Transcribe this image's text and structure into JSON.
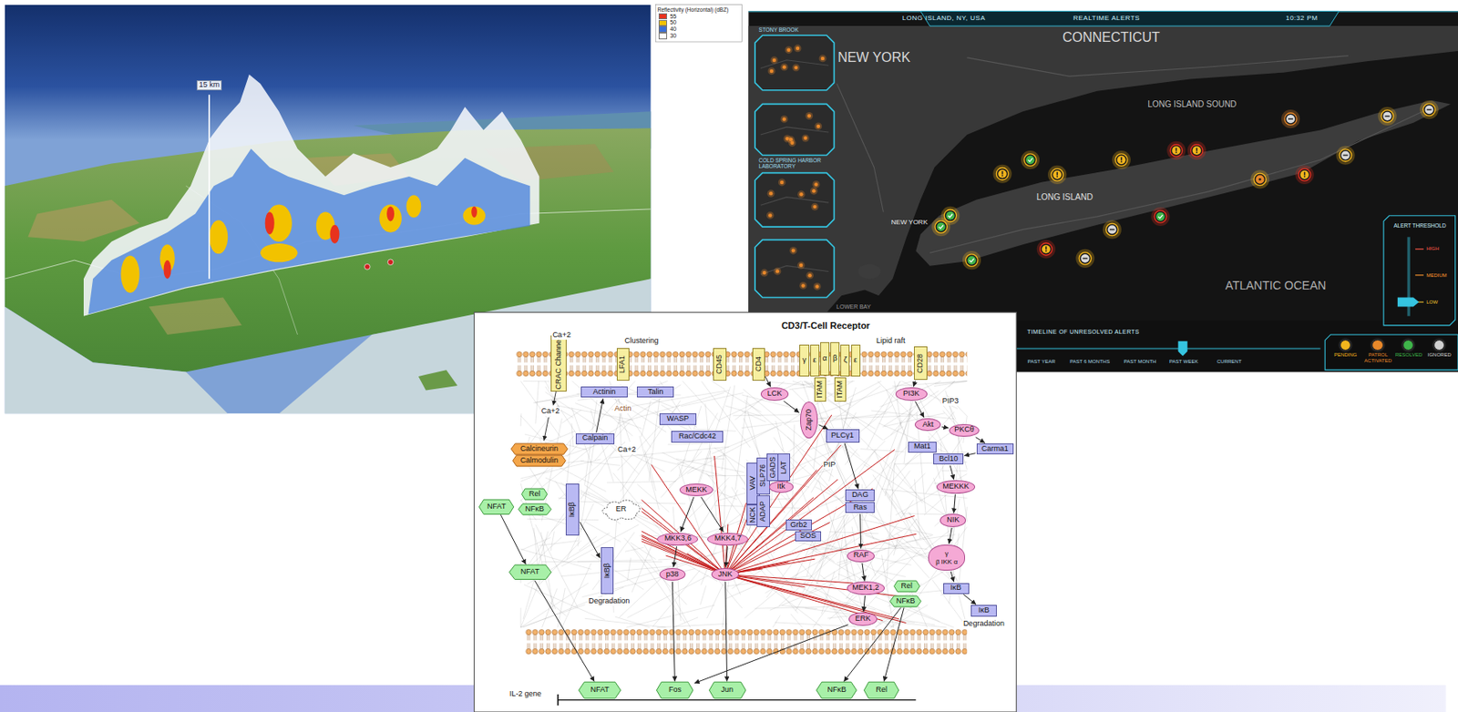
{
  "diagram": {
    "title": "CD3/T-Cell Receptor",
    "nodes": [
      {
        "text": [
          "CRAC Channel"
        ]
      },
      {
        "text": [
          "LFA1"
        ]
      },
      {
        "text": [
          "CD45"
        ]
      },
      {
        "text": [
          "CD4"
        ]
      },
      {
        "text": [
          "γ"
        ]
      },
      {
        "text": [
          "ε"
        ]
      },
      {
        "text": [
          "α"
        ]
      },
      {
        "text": [
          "β"
        ]
      },
      {
        "text": [
          "ζ"
        ]
      },
      {
        "text": [
          "ε"
        ]
      },
      {
        "text": [
          "ITAM"
        ]
      },
      {
        "text": [
          "ITAM"
        ]
      },
      {
        "text": [
          "CD28"
        ]
      },
      {
        "text": [
          "Actinin"
        ]
      },
      {
        "text": [
          "Talin"
        ]
      },
      {
        "text": [
          "WASP"
        ]
      },
      {
        "text": [
          "Rac/Cdc42"
        ]
      },
      {
        "text": [
          "Calpain"
        ]
      },
      {
        "text": [
          "Calcineurin"
        ]
      },
      {
        "text": [
          "Calmodulin"
        ]
      },
      {
        "text": [
          "LCK"
        ]
      },
      {
        "text": [
          "Zap70"
        ]
      },
      {
        "text": [
          "PI3K"
        ]
      },
      {
        "text": [
          "PLCγ1"
        ]
      },
      {
        "text": [
          "Akt"
        ]
      },
      {
        "text": [
          "PKCθ"
        ]
      },
      {
        "text": [
          "Carma1"
        ]
      },
      {
        "text": [
          "Mat1"
        ]
      },
      {
        "text": [
          "Bcl10"
        ]
      },
      {
        "text": [
          "MEKKK"
        ]
      },
      {
        "text": [
          "NIK"
        ]
      },
      {
        "text": [
          "γ",
          "β",
          "IKK",
          "α"
        ]
      },
      {
        "text": [
          "Rel"
        ]
      },
      {
        "text": [
          "NFκB"
        ]
      },
      {
        "text": [
          "IκBβ"
        ]
      },
      {
        "text": [
          "NFAT"
        ]
      },
      {
        "text": [
          "ER"
        ]
      },
      {
        "text": [
          "MEKK"
        ]
      },
      {
        "text": [
          "VAV"
        ]
      },
      {
        "text": [
          "SLP76"
        ]
      },
      {
        "text": [
          "GADS"
        ]
      },
      {
        "text": [
          "LAT"
        ]
      },
      {
        "text": [
          "NCK"
        ]
      },
      {
        "text": [
          "ADAP"
        ]
      },
      {
        "text": [
          "Itk"
        ]
      },
      {
        "text": [
          "DAG"
        ]
      },
      {
        "text": [
          "Ras"
        ]
      },
      {
        "text": [
          "Grb2"
        ]
      },
      {
        "text": [
          "SOS"
        ]
      },
      {
        "text": [
          "MKK3,6"
        ]
      },
      {
        "text": [
          "MKK4,7"
        ]
      },
      {
        "text": [
          "RAF"
        ]
      },
      {
        "text": [
          "NFAT"
        ]
      },
      {
        "text": [
          "IκBβ"
        ]
      },
      {
        "text": [
          "p38"
        ]
      },
      {
        "text": [
          "JNK"
        ]
      },
      {
        "text": [
          "MEK1,2"
        ]
      },
      {
        "text": [
          "Rel"
        ]
      },
      {
        "text": [
          "NFκB"
        ]
      },
      {
        "text": [
          "IκB"
        ]
      },
      {
        "text": [
          "ERK"
        ]
      },
      {
        "text": [
          "IκB"
        ]
      },
      {
        "text": [
          "NFAT"
        ]
      },
      {
        "text": [
          "Fos"
        ]
      },
      {
        "text": [
          "Jun"
        ]
      },
      {
        "text": [
          "NFκB"
        ]
      },
      {
        "text": [
          "Rel"
        ]
      }
    ],
    "edges": [
      {
        "from": 3,
        "to": 20,
        "arrow": "to"
      },
      {
        "from": 12,
        "to": 22,
        "arrow": "to"
      },
      {
        "from": 20,
        "to": 21,
        "arrow": "to"
      },
      {
        "from": 21,
        "to": 23,
        "arrow": "to"
      },
      {
        "from": 22,
        "to": 24,
        "arrow": "to"
      },
      {
        "from": 24,
        "to": 25,
        "arrow": "to"
      },
      {
        "from": 25,
        "to": 26,
        "arrow": "to"
      },
      {
        "from": 26,
        "to": 28,
        "arrow": "to"
      },
      {
        "from": 28,
        "to": 29,
        "arrow": "to"
      },
      {
        "from": 29,
        "to": 30,
        "arrow": "to"
      },
      {
        "from": 30,
        "to": 31,
        "arrow": "to"
      },
      {
        "from": 31,
        "to": 59,
        "arrow": "to"
      },
      {
        "from": 59,
        "to": 61,
        "arrow": "to"
      },
      {
        "from": 58,
        "to": 65,
        "arrow": "to"
      },
      {
        "from": 58,
        "to": 66,
        "arrow": "to"
      },
      {
        "from": 37,
        "to": 49,
        "arrow": "to"
      },
      {
        "from": 37,
        "to": 50,
        "arrow": "to"
      },
      {
        "from": 49,
        "to": 54,
        "arrow": "to"
      },
      {
        "from": 50,
        "to": 55,
        "arrow": "to"
      },
      {
        "from": 54,
        "to": 63,
        "arrow": "to"
      },
      {
        "from": 55,
        "to": 64,
        "arrow": "to"
      },
      {
        "from": 46,
        "to": 51,
        "arrow": "to"
      },
      {
        "from": 51,
        "to": 56,
        "arrow": "to"
      },
      {
        "from": 56,
        "to": 60,
        "arrow": "to"
      },
      {
        "from": 60,
        "to": 63,
        "arrow": "to"
      },
      {
        "from": 23,
        "to": 45,
        "arrow": "to"
      },
      {
        "from": 34,
        "to": 53,
        "arrow": "to"
      },
      {
        "from": 35,
        "to": 52,
        "arrow": "to"
      },
      {
        "from": 52,
        "to": 62,
        "arrow": "to"
      },
      {
        "from": 17,
        "to": 13,
        "arrow": "to"
      }
    ],
    "labels": [
      "15 km",
      "Reflectivity (Horizontal) (dBZ)",
      "LONG ISLAND, NY, USA",
      "REALTIME ALERTS",
      "10:32 PM",
      "CONNECTICUT",
      "NEW YORK",
      "LONG ISLAND SOUND",
      "LONG ISLAND",
      "ATLANTIC OCEAN",
      "NEW YORK",
      "STONY BROOK",
      "COLD SPRING HARBOR LABORATORY",
      "ALERT THRESHOLD",
      "HIGH",
      "MEDIUM",
      "LOW",
      "TIMELINE OF UNRESOLVED ALERTS",
      "PAST YEAR",
      "PAST 6 MONTHS",
      "PAST MONTH",
      "PAST WEEK",
      "CURRENT",
      "Clustering",
      "Lipid raft",
      "Ca+2",
      "Ca+2",
      "Ca+2",
      "Actin",
      "PIP3",
      "PIP",
      "Degradation",
      "Degradation",
      "IL-2 gene",
      "LOWER BAY"
    ],
    "legend": [
      {
        "text": "55",
        "color": "#e8321e"
      },
      {
        "text": "50",
        "color": "#f2c200"
      },
      {
        "text": "40",
        "color": "#3a6fd8"
      },
      {
        "text": "30",
        "color": "#ffffff"
      },
      {
        "text": "PENDING",
        "color": "#f2b51d"
      },
      {
        "text": "PATROL ACTIVATED",
        "color": "#e8882a"
      },
      {
        "text": "RESOLVED",
        "color": "#3fb54a"
      },
      {
        "text": "IGNORED",
        "color": "#d0d0d0"
      }
    ]
  }
}
